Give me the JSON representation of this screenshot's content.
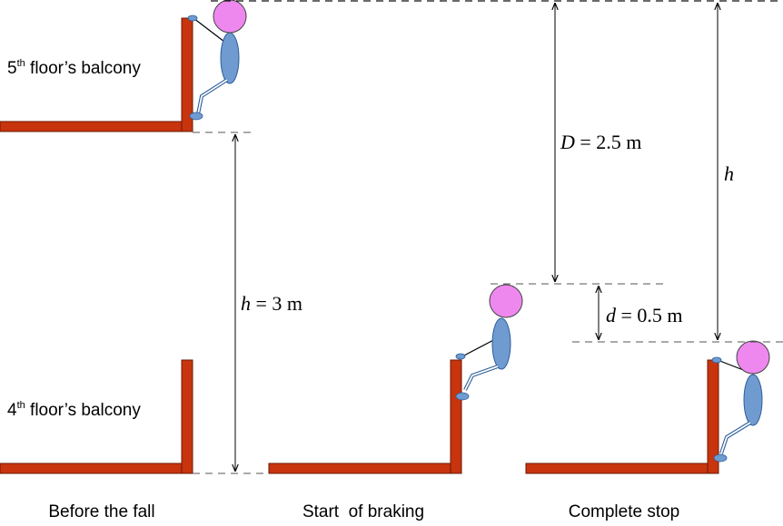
{
  "floor_labels": {
    "fifth": {
      "number": "5",
      "suffix": "th",
      "text": " floor’s balcony"
    },
    "fourth": {
      "number": "4",
      "suffix": "th",
      "text": " floor’s balcony"
    }
  },
  "captions": {
    "before": "Before the fall",
    "braking": "Start  of braking",
    "stop": "Complete stop"
  },
  "dimensions": {
    "h_fall": {
      "var": "h",
      "eq": " = 3 m"
    },
    "D": {
      "var": "D",
      "eq": " = 2.5 m"
    },
    "d": {
      "var": "d",
      "eq": " = 0.5 m"
    },
    "h_total": {
      "var": "h"
    }
  },
  "colors": {
    "balcony": "#c8340e",
    "balcony_edge": "#6b1a06",
    "head": "#ee88ee",
    "body": "#6f9bd1",
    "line": "#000000",
    "dashed": "#555555"
  }
}
